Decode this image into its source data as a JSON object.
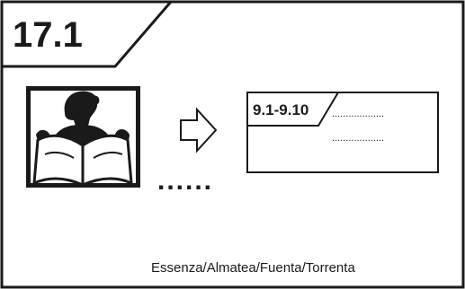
{
  "card": {
    "section_number": "17.1",
    "reference": {
      "range": "9.1-9.10",
      "line1": "...................",
      "line2": "..................."
    },
    "continuation": "......",
    "footer_brands": "Essenza/Almatea/Fuenta/Torrenta"
  },
  "icons": {
    "reader": "person-reading-newspaper-icon",
    "arrow": "arrow-right-outline-icon"
  },
  "colors": {
    "ink": "#1a1a1a",
    "background": "#ffffff"
  }
}
